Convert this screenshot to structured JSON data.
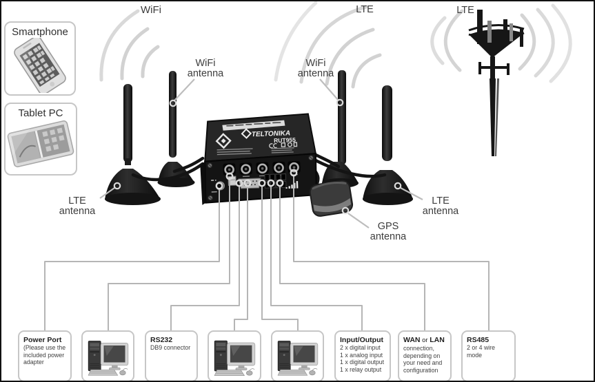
{
  "labels": {
    "wifi_top": "WiFi",
    "lte_mid": "LTE",
    "lte_right": "LTE",
    "wifi_antenna_left": "WiFi antenna",
    "wifi_antenna_right": "WiFi antenna",
    "lte_antenna_left": "LTE antenna",
    "lte_antenna_right": "LTE antenna",
    "gps_antenna": "GPS antenna"
  },
  "device_panels": {
    "smartphone": {
      "title": "Smartphone"
    },
    "tablet": {
      "title": "Tablet PC"
    }
  },
  "router": {
    "brand": "TELTONIKA",
    "model": "RUT955"
  },
  "port_boxes": [
    {
      "id": "power-port",
      "kind": "text",
      "title_parts": [
        {
          "text": "Power Port",
          "bold": true
        }
      ],
      "lines": [
        "(Please use the",
        "included power",
        "adapter"
      ]
    },
    {
      "id": "computer-1",
      "kind": "computer",
      "title_parts": [],
      "lines": []
    },
    {
      "id": "rs232",
      "kind": "text",
      "title_parts": [
        {
          "text": "RS232",
          "bold": true
        }
      ],
      "lines": [
        "DB9 connector"
      ]
    },
    {
      "id": "computer-2",
      "kind": "computer",
      "title_parts": [],
      "lines": []
    },
    {
      "id": "computer-3",
      "kind": "computer",
      "title_parts": [],
      "lines": []
    },
    {
      "id": "input-output",
      "kind": "text",
      "title_parts": [
        {
          "text": "Input/Output",
          "bold": true
        }
      ],
      "lines": [
        "2 x digital input",
        "1 x analog input",
        "1 x digital output",
        "1 x relay output"
      ]
    },
    {
      "id": "wan-lan",
      "kind": "text",
      "title_parts": [
        {
          "text": "WAN",
          "bold": true
        },
        {
          "text": " or ",
          "bold": false
        },
        {
          "text": "LAN",
          "bold": true
        }
      ],
      "lines": [
        "connection,",
        "depending on",
        "your need and",
        "configuration"
      ]
    },
    {
      "id": "rs485",
      "kind": "text",
      "title_parts": [
        {
          "text": "RS485",
          "bold": true
        }
      ],
      "lines": [
        "2 or 4 wire mode"
      ]
    }
  ],
  "colors": {
    "callout_line": "#b5b5b5",
    "wave": "#d2d2d2",
    "box_border": "#c6c6c6",
    "text": "#3c3c3c",
    "device_black": "#161616"
  }
}
